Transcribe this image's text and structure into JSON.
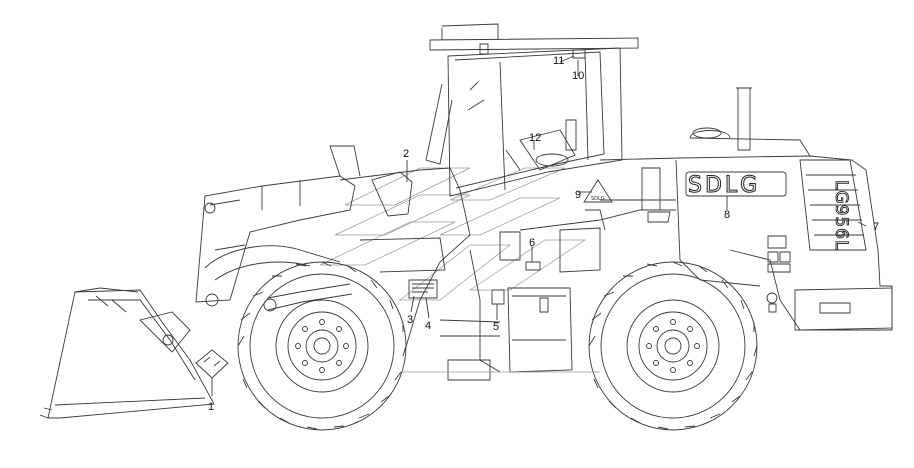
{
  "diagram": {
    "brand_text": "SDLG",
    "model_text": "LG956L",
    "emblem_text": "SDLG",
    "callouts": [
      {
        "label": "1"
      },
      {
        "label": "2"
      },
      {
        "label": "3"
      },
      {
        "label": "4"
      },
      {
        "label": "5"
      },
      {
        "label": "6"
      },
      {
        "label": "7"
      },
      {
        "label": "8"
      },
      {
        "label": "9"
      },
      {
        "label": "10"
      },
      {
        "label": "11"
      },
      {
        "label": "12"
      }
    ]
  }
}
